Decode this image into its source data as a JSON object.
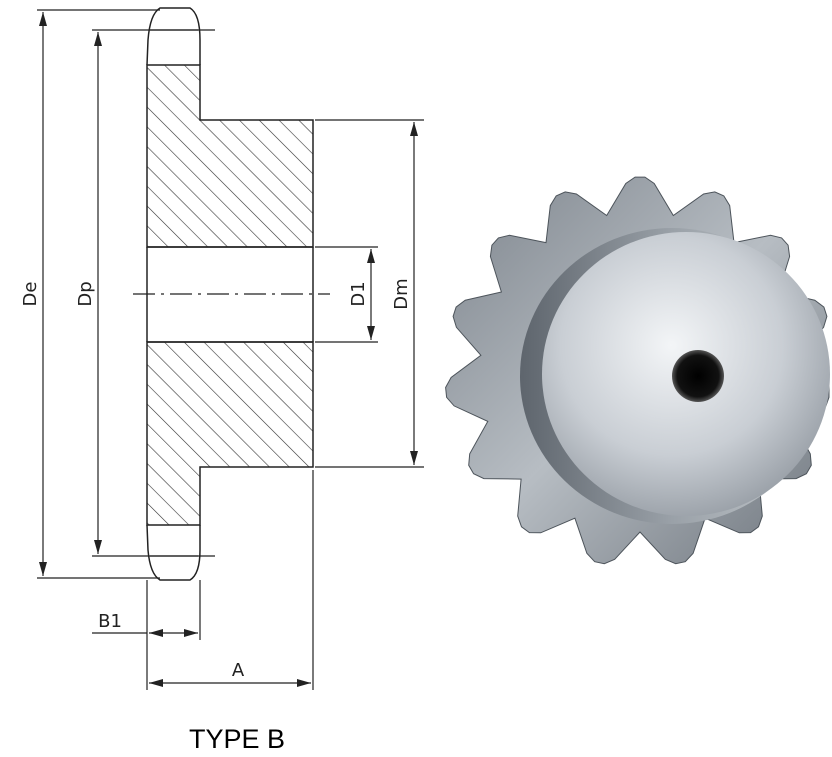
{
  "dimensions": {
    "de": "De",
    "dp": "Dp",
    "d1": "D1",
    "dm": "Dm",
    "b1": "B1",
    "a": "A"
  },
  "caption": "TYPE B",
  "sprocket_photo": {
    "tooth_count": 15,
    "icon": "sprocket-icon"
  },
  "colors": {
    "line": "#222222",
    "hatch": "#333333",
    "steel_light": "#e4e8ec",
    "steel_mid": "#a9b0b8",
    "steel_dark": "#5f666e"
  }
}
